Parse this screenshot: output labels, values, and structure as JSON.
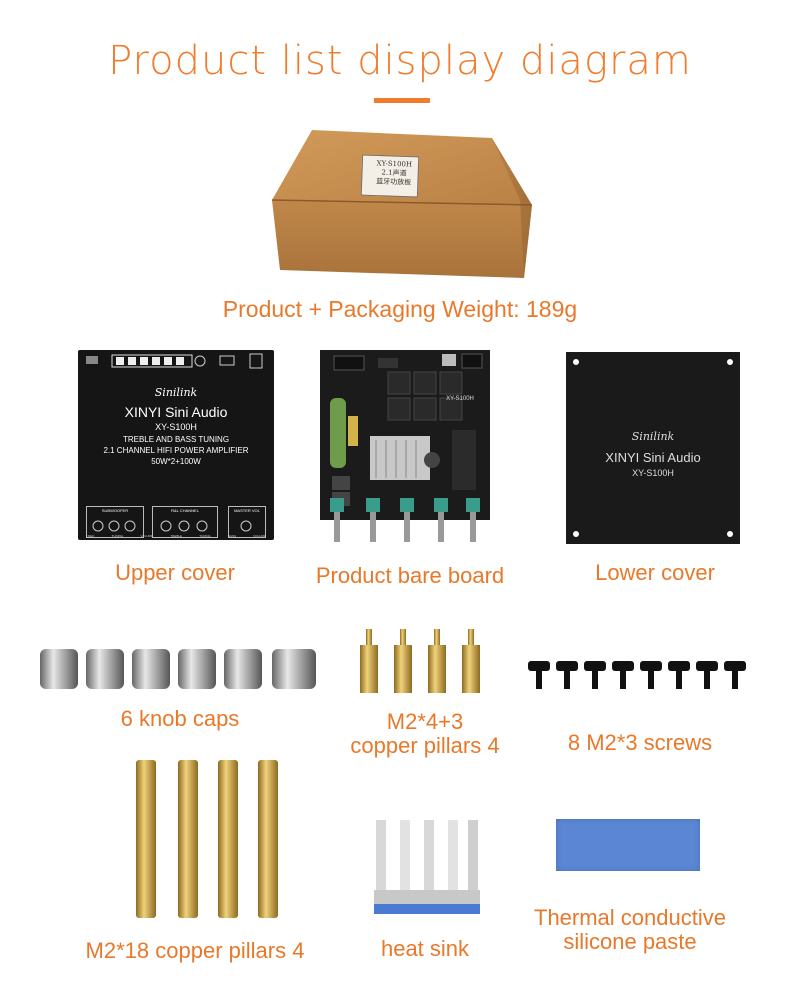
{
  "title": "Product list display diagram",
  "colors": {
    "accent": "#f07c2d",
    "caption": "#e8782a",
    "box": "#c48a4c",
    "board": "#141414",
    "brass": "#c9a043",
    "sink": "#4a7bd1"
  },
  "box": {
    "label_line1": "XY-S100H",
    "label_line2": "2.1声道",
    "label_line3": "蓝牙功放板",
    "caption": "Product + Packaging Weight: 189g"
  },
  "upper_cover": {
    "brand": "Sinilink",
    "name": "XINYI Sini Audio",
    "model": "XY-S100H",
    "line1": "TREBLE  AND  BASS TUNING",
    "line2": "2.1 CHANNEL HIFI POWER AMPLIFIER",
    "line3": "50W*2+100W",
    "section1": "SUBWOOFER",
    "section2": "R&L CHANNEL",
    "section3": "MASTER VOL",
    "knob_labels": [
      "FREQ",
      "TUNING",
      "VOLUME",
      "TREBLE",
      "TUNING",
      "BASS",
      "VOLUME"
    ],
    "caption": "Upper cover"
  },
  "bare_board": {
    "model": "XY-S100H",
    "caption": "Product bare board"
  },
  "lower_cover": {
    "brand": "Sinilink",
    "name": "XINYI Sini Audio",
    "model": "XY-S100H",
    "caption": "Lower cover"
  },
  "knob_caps": {
    "count": 6,
    "caption": "6 knob caps"
  },
  "short_pillars": {
    "count": 4,
    "caption_line1": "M2*4+3",
    "caption_line2": "copper pillars 4"
  },
  "screws": {
    "count": 8,
    "caption": "8 M2*3 screws"
  },
  "long_pillars": {
    "count": 4,
    "caption": "M2*18 copper pillars 4"
  },
  "heat_sink": {
    "caption": "heat sink"
  },
  "thermal_pad": {
    "caption_line1": "Thermal conductive",
    "caption_line2": "silicone paste"
  }
}
